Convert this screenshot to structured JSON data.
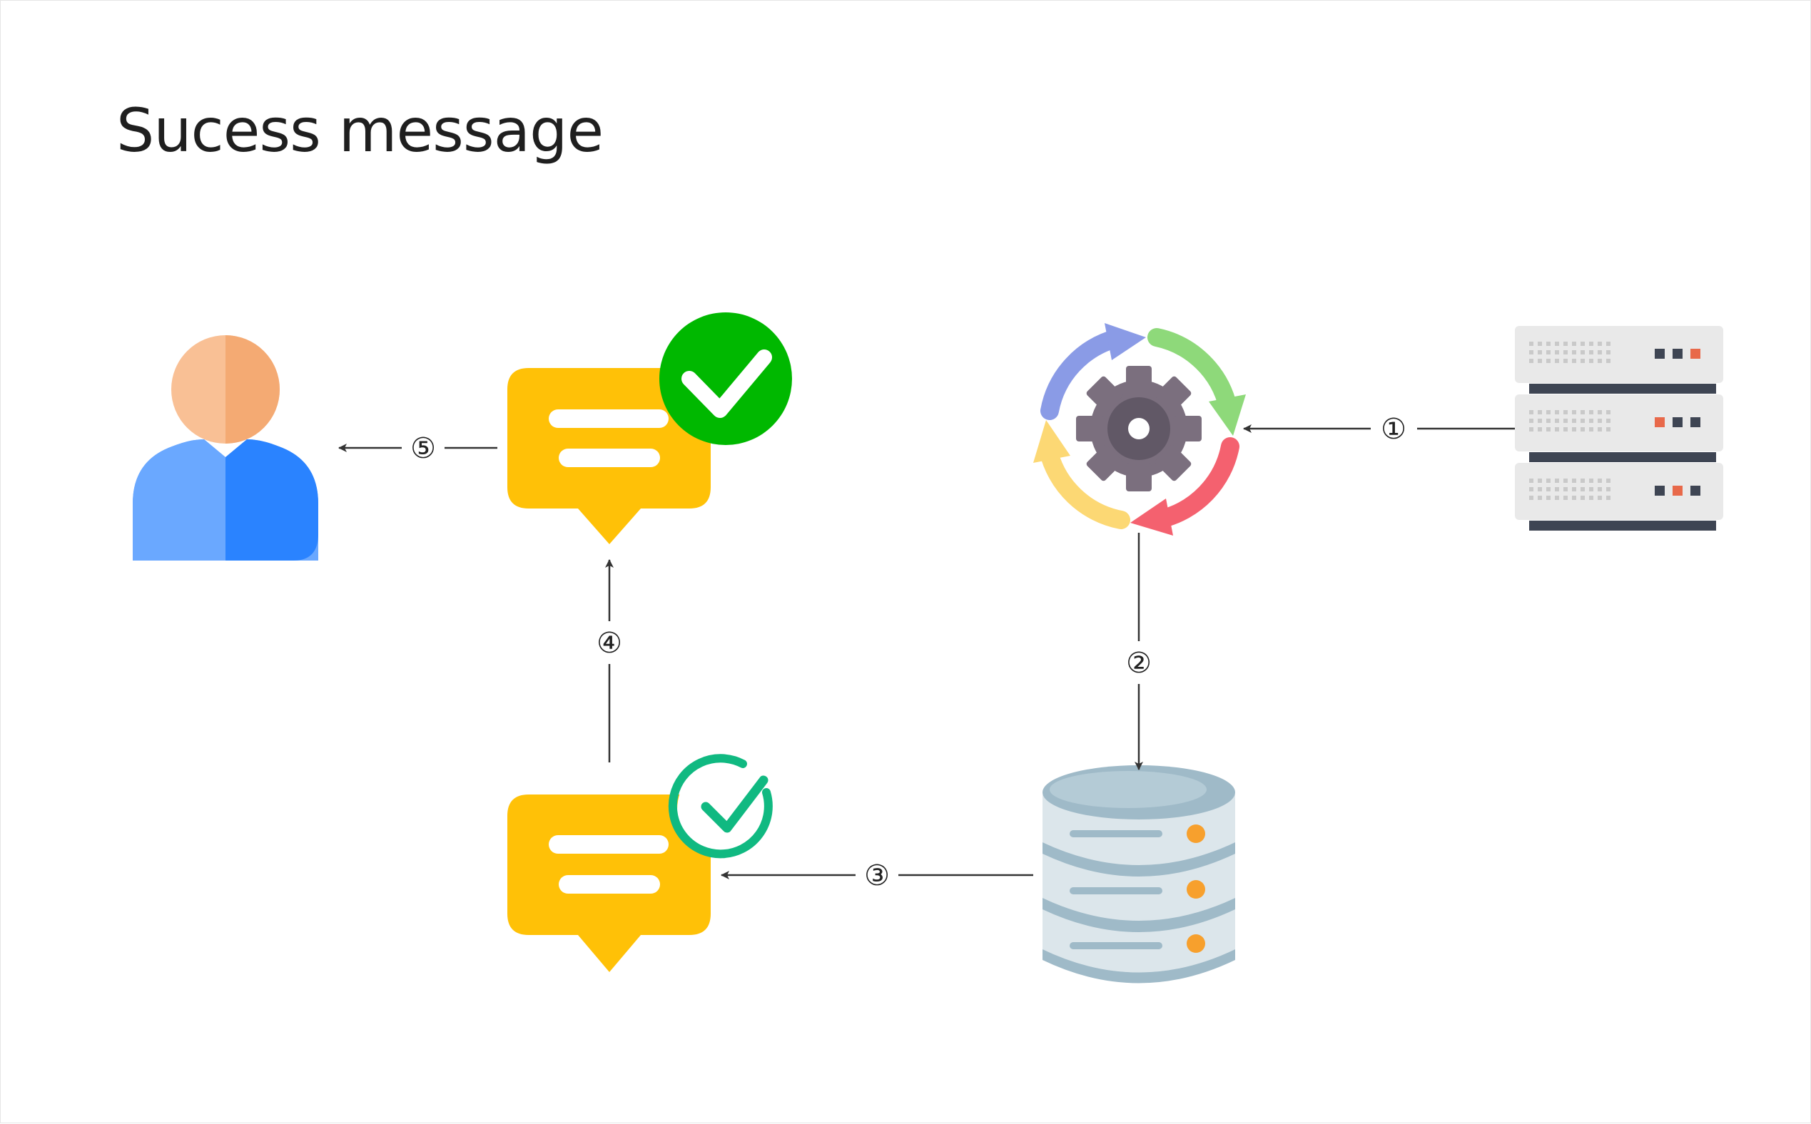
{
  "title": "Sucess message",
  "steps": {
    "step1": "①",
    "step2": "②",
    "step3": "③",
    "step4": "④",
    "step5": "⑤"
  },
  "colors": {
    "user_head": "#F5B07A",
    "user_body": "#4D90FE",
    "message_bubble": "#FFC107",
    "success_badge": "#00B800",
    "check_outline": "#10B981",
    "server": "#E9E9E9",
    "server_dark": "#3E4553",
    "server_led_red": "#E8694A",
    "database_body": "#DCE6EB",
    "database_top": "#9FBAC8",
    "database_led": "#F7A02D",
    "gear": "#7B6F7E",
    "cycle_blue": "#8A9BE6",
    "cycle_green": "#8ED97A",
    "cycle_red": "#F4616F",
    "cycle_yellow": "#FCD874",
    "arrow": "#333333"
  },
  "icons": {
    "user": "user-icon",
    "success_message": "success-message-icon",
    "pending_message": "message-check-icon",
    "process": "gear-cycle-icon",
    "server": "server-rack-icon",
    "database": "database-icon"
  }
}
